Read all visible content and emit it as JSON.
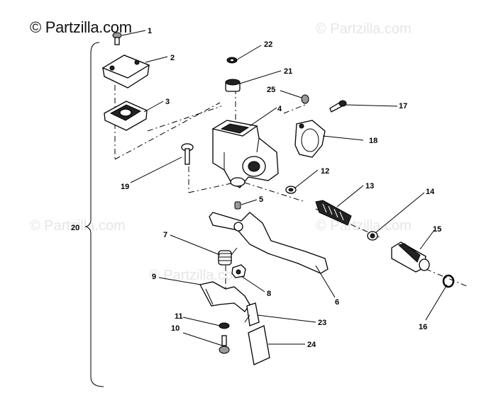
{
  "copyright": "© Partzilla.com",
  "watermarks": [
    "© Partzilla.com",
    "© Partzilla.com",
    "© Partzilla.com",
    "© Partzilla.com"
  ],
  "callouts": {
    "c1": "1",
    "c2": "2",
    "c3": "3",
    "c4": "4",
    "c5": "5",
    "c6": "6",
    "c7": "7",
    "c8": "8",
    "c9": "9",
    "c10": "10",
    "c11": "11",
    "c12": "12",
    "c13": "13",
    "c14": "14",
    "c15": "15",
    "c16": "16",
    "c17": "17",
    "c18": "18",
    "c19": "19",
    "c20": "20",
    "c21": "21",
    "c22": "22",
    "c23": "23",
    "c24": "24",
    "c25": "25"
  }
}
